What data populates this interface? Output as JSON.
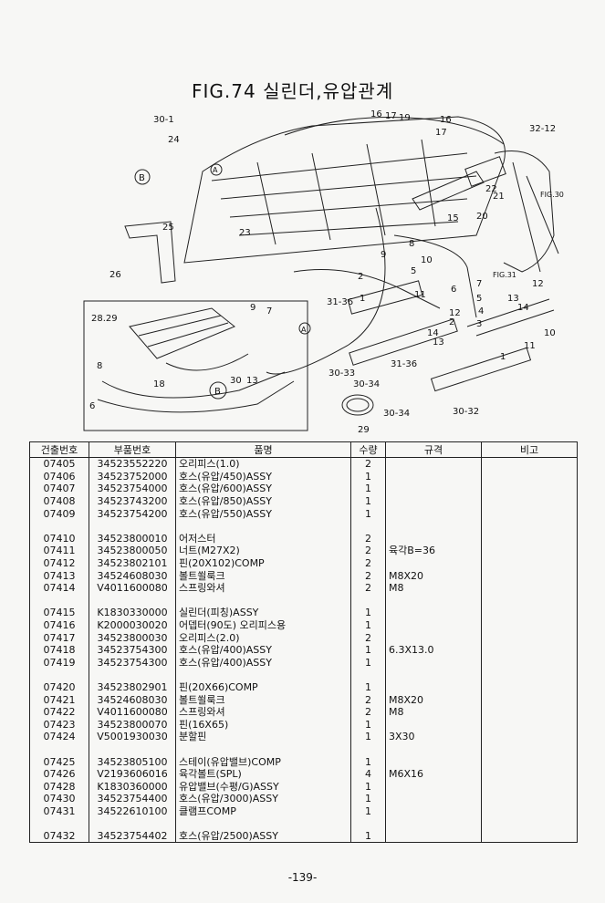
{
  "figure": {
    "title": "FIG.74 실린더,유압관계"
  },
  "diagram_labels": [
    "30-1",
    "24",
    "16",
    "17",
    "19",
    "16",
    "17",
    "32-12",
    "B",
    "A",
    "25",
    "26",
    "23",
    "15",
    "22",
    "21",
    "FIG.30",
    "20",
    "9",
    "8",
    "10",
    "5",
    "2",
    "11",
    "1",
    "7",
    "FIG.31",
    "6",
    "12",
    "13",
    "4",
    "3",
    "31-36",
    "12",
    "14",
    "13",
    "10",
    "11",
    "28.29",
    "9",
    "7",
    "A",
    "8",
    "18",
    "30",
    "13",
    "B",
    "6",
    "30-33",
    "30-34",
    "31-36",
    "1",
    "29",
    "30-34",
    "30-32"
  ],
  "table": {
    "headers": [
      "건출번호",
      "부품번호",
      "품명",
      "수량",
      "규격",
      "비고"
    ],
    "rows": [
      {
        "no": "07405",
        "part": "34523552220",
        "name": "오리피스(1.0)",
        "qty": "2",
        "spec": ""
      },
      {
        "no": "07406",
        "part": "34523752000",
        "name": "호스(유압/450)ASSY",
        "qty": "1",
        "spec": ""
      },
      {
        "no": "07407",
        "part": "34523754000",
        "name": "호스(유압/600)ASSY",
        "qty": "1",
        "spec": ""
      },
      {
        "no": "07408",
        "part": "34523743200",
        "name": "호스(유압/850)ASSY",
        "qty": "1",
        "spec": ""
      },
      {
        "no": "07409",
        "part": "34523754200",
        "name": "호스(유압/550)ASSY",
        "qty": "1",
        "spec": ""
      },
      {
        "no": "",
        "part": "",
        "name": "",
        "qty": "",
        "spec": ""
      },
      {
        "no": "07410",
        "part": "34523800010",
        "name": "어저스터",
        "qty": "2",
        "spec": ""
      },
      {
        "no": "07411",
        "part": "34523800050",
        "name": "너트(M27X2)",
        "qty": "2",
        "spec": "육각B=36"
      },
      {
        "no": "07412",
        "part": "34523802101",
        "name": "핀(20X102)COMP",
        "qty": "2",
        "spec": ""
      },
      {
        "no": "07413",
        "part": "34524608030",
        "name": "볼트쐴룩크",
        "qty": "2",
        "spec": "M8X20"
      },
      {
        "no": "07414",
        "part": "V4011600080",
        "name": "스프링와셔",
        "qty": "2",
        "spec": "M8"
      },
      {
        "no": "",
        "part": "",
        "name": "",
        "qty": "",
        "spec": ""
      },
      {
        "no": "07415",
        "part": "K1830330000",
        "name": "실린더(피칭)ASSY",
        "qty": "1",
        "spec": ""
      },
      {
        "no": "07416",
        "part": "K2000030020",
        "name": "어뎁터(90도) 오리피스용",
        "qty": "1",
        "spec": ""
      },
      {
        "no": "07417",
        "part": "34523800030",
        "name": "오리피스(2.0)",
        "qty": "2",
        "spec": ""
      },
      {
        "no": "07418",
        "part": "34523754300",
        "name": "호스(유압/400)ASSY",
        "qty": "1",
        "spec": "6.3X13.0"
      },
      {
        "no": "07419",
        "part": "34523754300",
        "name": "호스(유압/400)ASSY",
        "qty": "1",
        "spec": ""
      },
      {
        "no": "",
        "part": "",
        "name": "",
        "qty": "",
        "spec": ""
      },
      {
        "no": "07420",
        "part": "34523802901",
        "name": "핀(20X66)COMP",
        "qty": "1",
        "spec": ""
      },
      {
        "no": "07421",
        "part": "34524608030",
        "name": "볼트쐴룩크",
        "qty": "2",
        "spec": "M8X20"
      },
      {
        "no": "07422",
        "part": "V4011600080",
        "name": "스프링와셔",
        "qty": "2",
        "spec": "M8"
      },
      {
        "no": "07423",
        "part": "34523800070",
        "name": "핀(16X65)",
        "qty": "1",
        "spec": ""
      },
      {
        "no": "07424",
        "part": "V5001930030",
        "name": "분할핀",
        "qty": "1",
        "spec": "3X30"
      },
      {
        "no": "",
        "part": "",
        "name": "",
        "qty": "",
        "spec": ""
      },
      {
        "no": "07425",
        "part": "34523805100",
        "name": "스테이(유압밸브)COMP",
        "qty": "1",
        "spec": ""
      },
      {
        "no": "07426",
        "part": "V2193606016",
        "name": "육각볼트(SPL)",
        "qty": "4",
        "spec": "M6X16"
      },
      {
        "no": "07428",
        "part": "K1830360000",
        "name": "유압밸브(수평/G)ASSY",
        "qty": "1",
        "spec": ""
      },
      {
        "no": "07430",
        "part": "34523754400",
        "name": "호스(유압/3000)ASSY",
        "qty": "1",
        "spec": ""
      },
      {
        "no": "07431",
        "part": "34522610100",
        "name": "클램프COMP",
        "qty": "1",
        "spec": ""
      },
      {
        "no": "",
        "part": "",
        "name": "",
        "qty": "",
        "spec": ""
      },
      {
        "no": "07432",
        "part": "34523754402",
        "name": "호스(유압/2500)ASSY",
        "qty": "1",
        "spec": ""
      }
    ]
  },
  "footer": {
    "page": "-139-"
  }
}
